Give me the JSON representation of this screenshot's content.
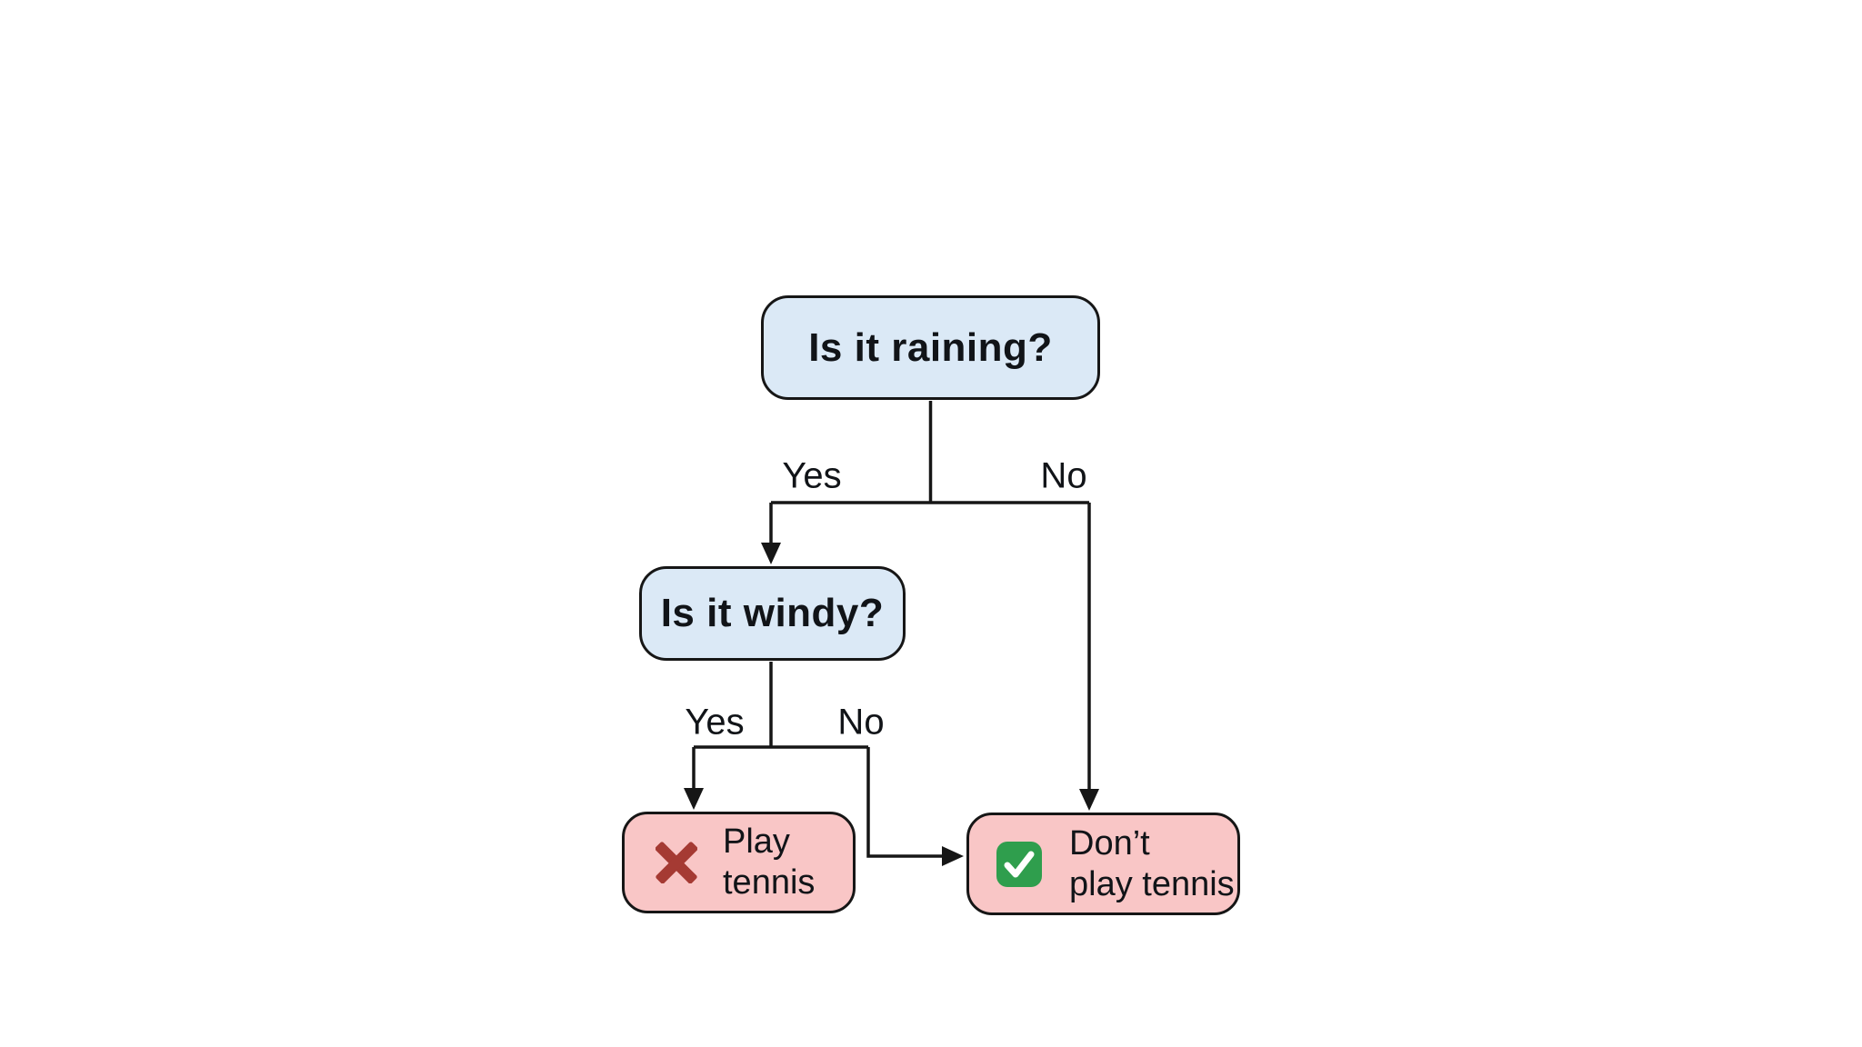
{
  "diagram": {
    "type": "decision-tree-flowchart",
    "background": "#ffffff",
    "nodes": {
      "raining": {
        "label": "Is it raining?",
        "kind": "question",
        "fill": "#dbe9f6"
      },
      "windy": {
        "label": "Is it windy?",
        "kind": "question",
        "fill": "#dbe9f6"
      },
      "play": {
        "lines": [
          "Play",
          "tennis"
        ],
        "label": "Play tennis",
        "kind": "outcome",
        "fill": "#f9c6c6",
        "icon": "cross-icon"
      },
      "dont": {
        "lines": [
          "Don’t",
          "play tennis"
        ],
        "label": "Don’t play tennis",
        "kind": "outcome",
        "fill": "#d3e3cb",
        "icon": "check-icon"
      }
    },
    "edges": [
      {
        "from": "raining",
        "to": "windy",
        "label": "Yes"
      },
      {
        "from": "raining",
        "to": "dont",
        "label": "No"
      },
      {
        "from": "windy",
        "to": "play",
        "label": "Yes"
      },
      {
        "from": "windy",
        "to": "dont",
        "label": "No"
      }
    ],
    "edge_labels": {
      "raining_yes": "Yes",
      "raining_no": "No",
      "windy_yes": "Yes",
      "windy_no": "No"
    },
    "colors": {
      "line": "#161616",
      "border": "#161616",
      "question_fill": "#dbe9f6",
      "negative_fill": "#f9c6c6",
      "positive_fill": "#d3e3cb",
      "cross_icon": "#a53a33",
      "check_icon_bg": "#2f9e4d",
      "check_icon_mark": "#ffffff",
      "text": "#111418"
    }
  }
}
